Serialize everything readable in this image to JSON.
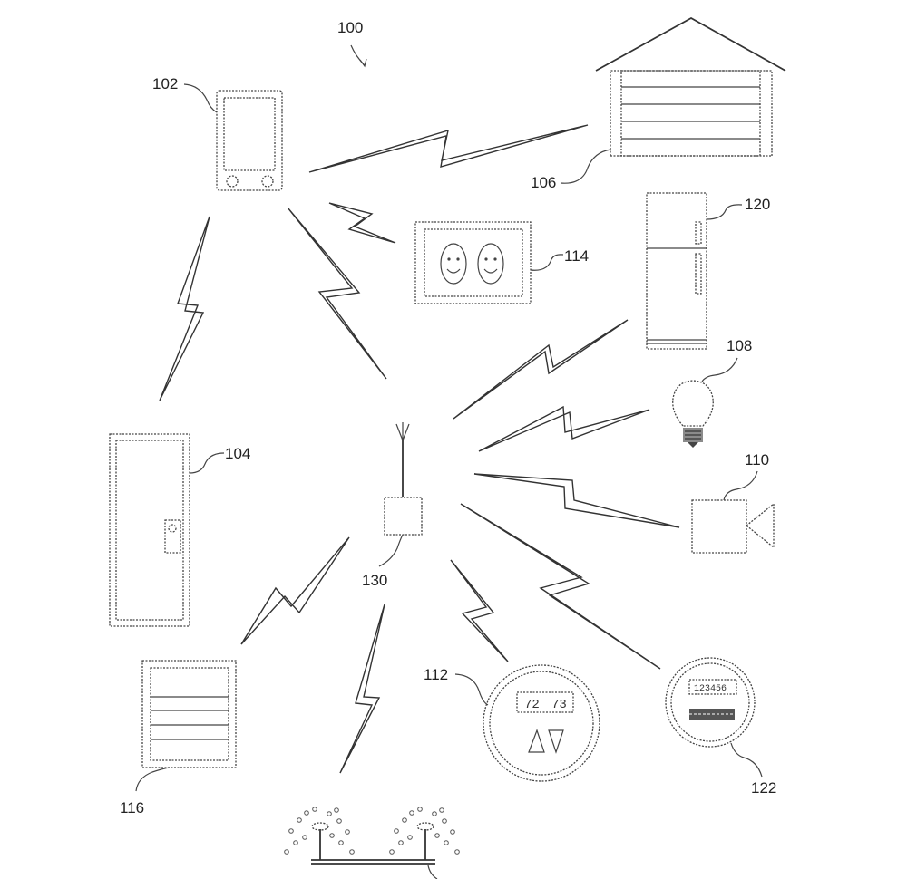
{
  "figure": {
    "ref_numeral": "100",
    "devices": {
      "mobile_device": "102",
      "door": "104",
      "garage": "106",
      "light_bulb": "108",
      "camera": "110",
      "thermostat": "112",
      "outlet": "114",
      "control_panel": "116",
      "refrigerator": "120",
      "meter": "122",
      "hub": "130"
    },
    "thermostat_display": {
      "left": "72",
      "right": "73"
    },
    "meter_display": "123456"
  }
}
